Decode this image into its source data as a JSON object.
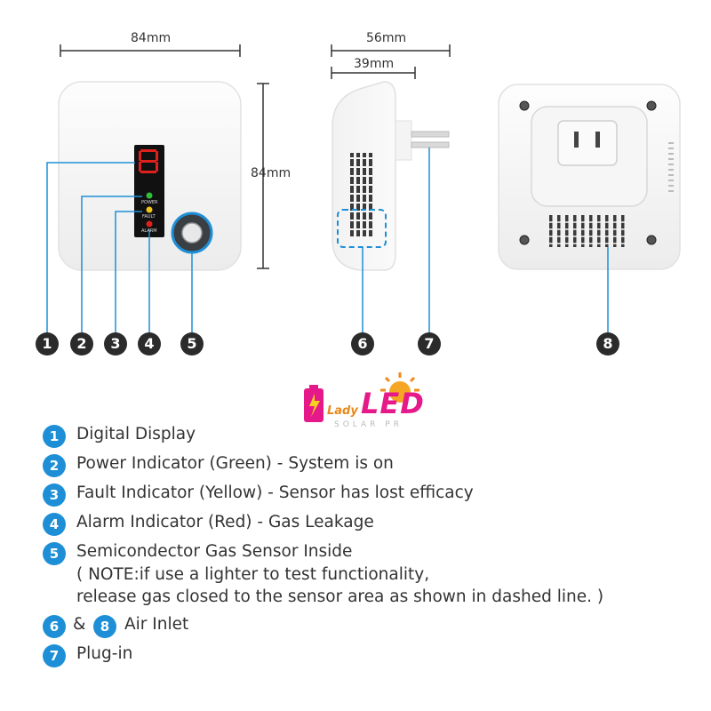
{
  "dimensions": {
    "front_width": "84mm",
    "front_height": "84mm",
    "side_depth_total": "56mm",
    "side_depth_body": "39mm"
  },
  "device_labels": {
    "power": "POWER",
    "fault": "FAULT",
    "alarm": "ALARM",
    "display_digit": "8"
  },
  "callouts": [
    "1",
    "2",
    "3",
    "4",
    "5",
    "6",
    "7",
    "8"
  ],
  "logo": {
    "lady": "Lady",
    "led": "LED",
    "solar": "SOLAR PR"
  },
  "legend": [
    {
      "num": "1",
      "text": "Digital Display"
    },
    {
      "num": "2",
      "text": "Power Indicator (Green) - System is on"
    },
    {
      "num": "3",
      "text": "Fault Indicator (Yellow) - Sensor has lost efficacy"
    },
    {
      "num": "4",
      "text": "Alarm Indicator (Red) - Gas Leakage"
    },
    {
      "num": "5",
      "text": "Semicondector Gas Sensor Inside"
    }
  ],
  "note": {
    "line1": "( NOTE:if use a lighter to test functionality,",
    "line2": "release gas closed to the sensor area as shown in dashed line. )"
  },
  "legend_extra": {
    "inlet_num_a": "6",
    "amp": "&",
    "inlet_num_b": "8",
    "inlet_text": "Air Inlet",
    "plug_num": "7",
    "plug_text": "Plug-in"
  },
  "colors": {
    "accent_blue": "#1e8fd6",
    "led_green": "#2fbf3a",
    "led_yellow": "#f0c419",
    "led_red": "#e0201c",
    "badge_dark": "#2b2b2b",
    "logo_magenta": "#e6198a"
  }
}
